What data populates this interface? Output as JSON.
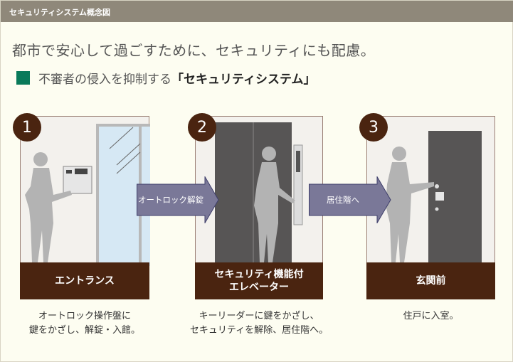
{
  "header": {
    "title": "セキュリティシステム概念図"
  },
  "lead": "都市で安心して過ごすために、セキュリティにも配慮。",
  "subtitle": {
    "prefix": "不審者の侵入を抑制する",
    "emphasis": "「セキュリティシステム」"
  },
  "steps": [
    {
      "number": "1",
      "label": "エントランス",
      "caption_line1": "オートロック操作盤に",
      "caption_line2": "鍵をかざし、解錠・入館。"
    },
    {
      "number": "2",
      "label_line1": "セキュリティ機能付",
      "label_line2": "エレベーター",
      "caption_line1": "キーリーダーに鍵をかざし、",
      "caption_line2": "セキュリティを解除、居住階へ。"
    },
    {
      "number": "3",
      "label": "玄関前",
      "caption_line1": "住戸に入室。"
    }
  ],
  "arrows": [
    {
      "label": "オートロック解錠"
    },
    {
      "label": "居住階へ"
    }
  ],
  "colors": {
    "header": "#8f887a",
    "accent": "#0a7a5a",
    "brown": "#4a2410",
    "arrow": "#7a7898"
  }
}
